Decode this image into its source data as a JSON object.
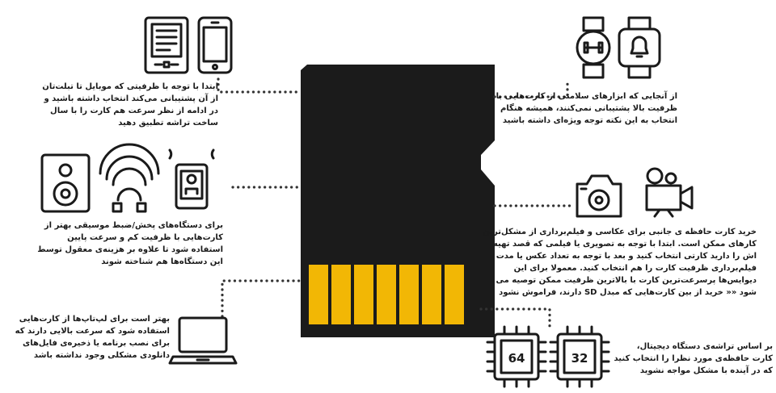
{
  "colors": {
    "card": "#1b1b1b",
    "contacts": "#f2b705",
    "ink": "#1a1a1a",
    "background": "#ffffff"
  },
  "blocks": {
    "mobile": {
      "icons": [
        "ebook-reader-icon",
        "smartphone-icon"
      ],
      "lines": [
        "ابتدا با توجه با ظرفیتی که موبایل تا تبلت‌تان",
        "از آن پشتیبانی می‌کند انتخاب داشته باشید و",
        "در ادامه از نظر سرعت هم کارت را با سال",
        "ساخت تراشه تطبیق دهید"
      ]
    },
    "health": {
      "icons": [
        "fitness-band-icon",
        "smartwatch-icon"
      ],
      "lines": [
        "از آنجایی که ابزارهای سلامتی از کارت‌هایی با",
        "ظرفیت بالا پشتیبانی نمی‌کنند، همیشه هنگام",
        "انتخاب به این نکته توجه ویژه‌ای داشته باشید"
      ]
    },
    "music": {
      "icons": [
        "speaker-icon",
        "headphones-icon",
        "music-player-icon"
      ],
      "lines": [
        "برای دستگاه‌های پخش/ضبط موسیقی بهتر از",
        "کارت‌هایی با ظرفیت کم و سرعت پایین",
        "استفاده شود تا علاوه بر هزینه‌ی معقول توسط",
        "این دستگاه‌ها هم شناخته شوند"
      ]
    },
    "camera": {
      "icons": [
        "camera-icon",
        "video-camera-icon"
      ],
      "lines": [
        "خرید کارت حافظه ی جانبی برای عکاسی و فیلم‌برداری از مشکل‌ترین",
        "کارهای ممکن است. ابتدا با توجه به تصویری یا فیلمی که قصد تهیه",
        "اش را دارید کارتی انتخاب کنید و بعد با توجه به تعداد عکس یا مدت",
        "فیلم‌برداری ظرفیت کارت را هم انتخاب کنید. معمولا برای این",
        "دیوایس‌ها پرسرعت‌ترین کارت با بالاترین ظرفیت ممکن توصیه می",
        "شود «« خرید از بین کارت‌هایی که مبدل SD دارند، فراموش نشود"
      ]
    },
    "laptop": {
      "icons": [
        "laptop-icon"
      ],
      "lines": [
        "بهتر است برای لپ‌تاپ‌ها از کارت‌هایی",
        "استفاده شود که سرعت بالایی دارند که",
        "برای نصب برنامه یا ذخیره‌ی فایل‌های",
        "دانلودی مشکلی وجود نداشته باشد"
      ]
    },
    "chip": {
      "icons": [
        "chip-64-icon",
        "chip-32-icon"
      ],
      "chip_labels": [
        "64",
        "32"
      ],
      "lines": [
        "بر اساس تراشه‌ی دستگاه دیجیتال،",
        "کارت حافظه‌ی مورد نظرا را انتخاب کنید",
        "که در آینده با مشکل مواجه نشوید"
      ]
    }
  }
}
